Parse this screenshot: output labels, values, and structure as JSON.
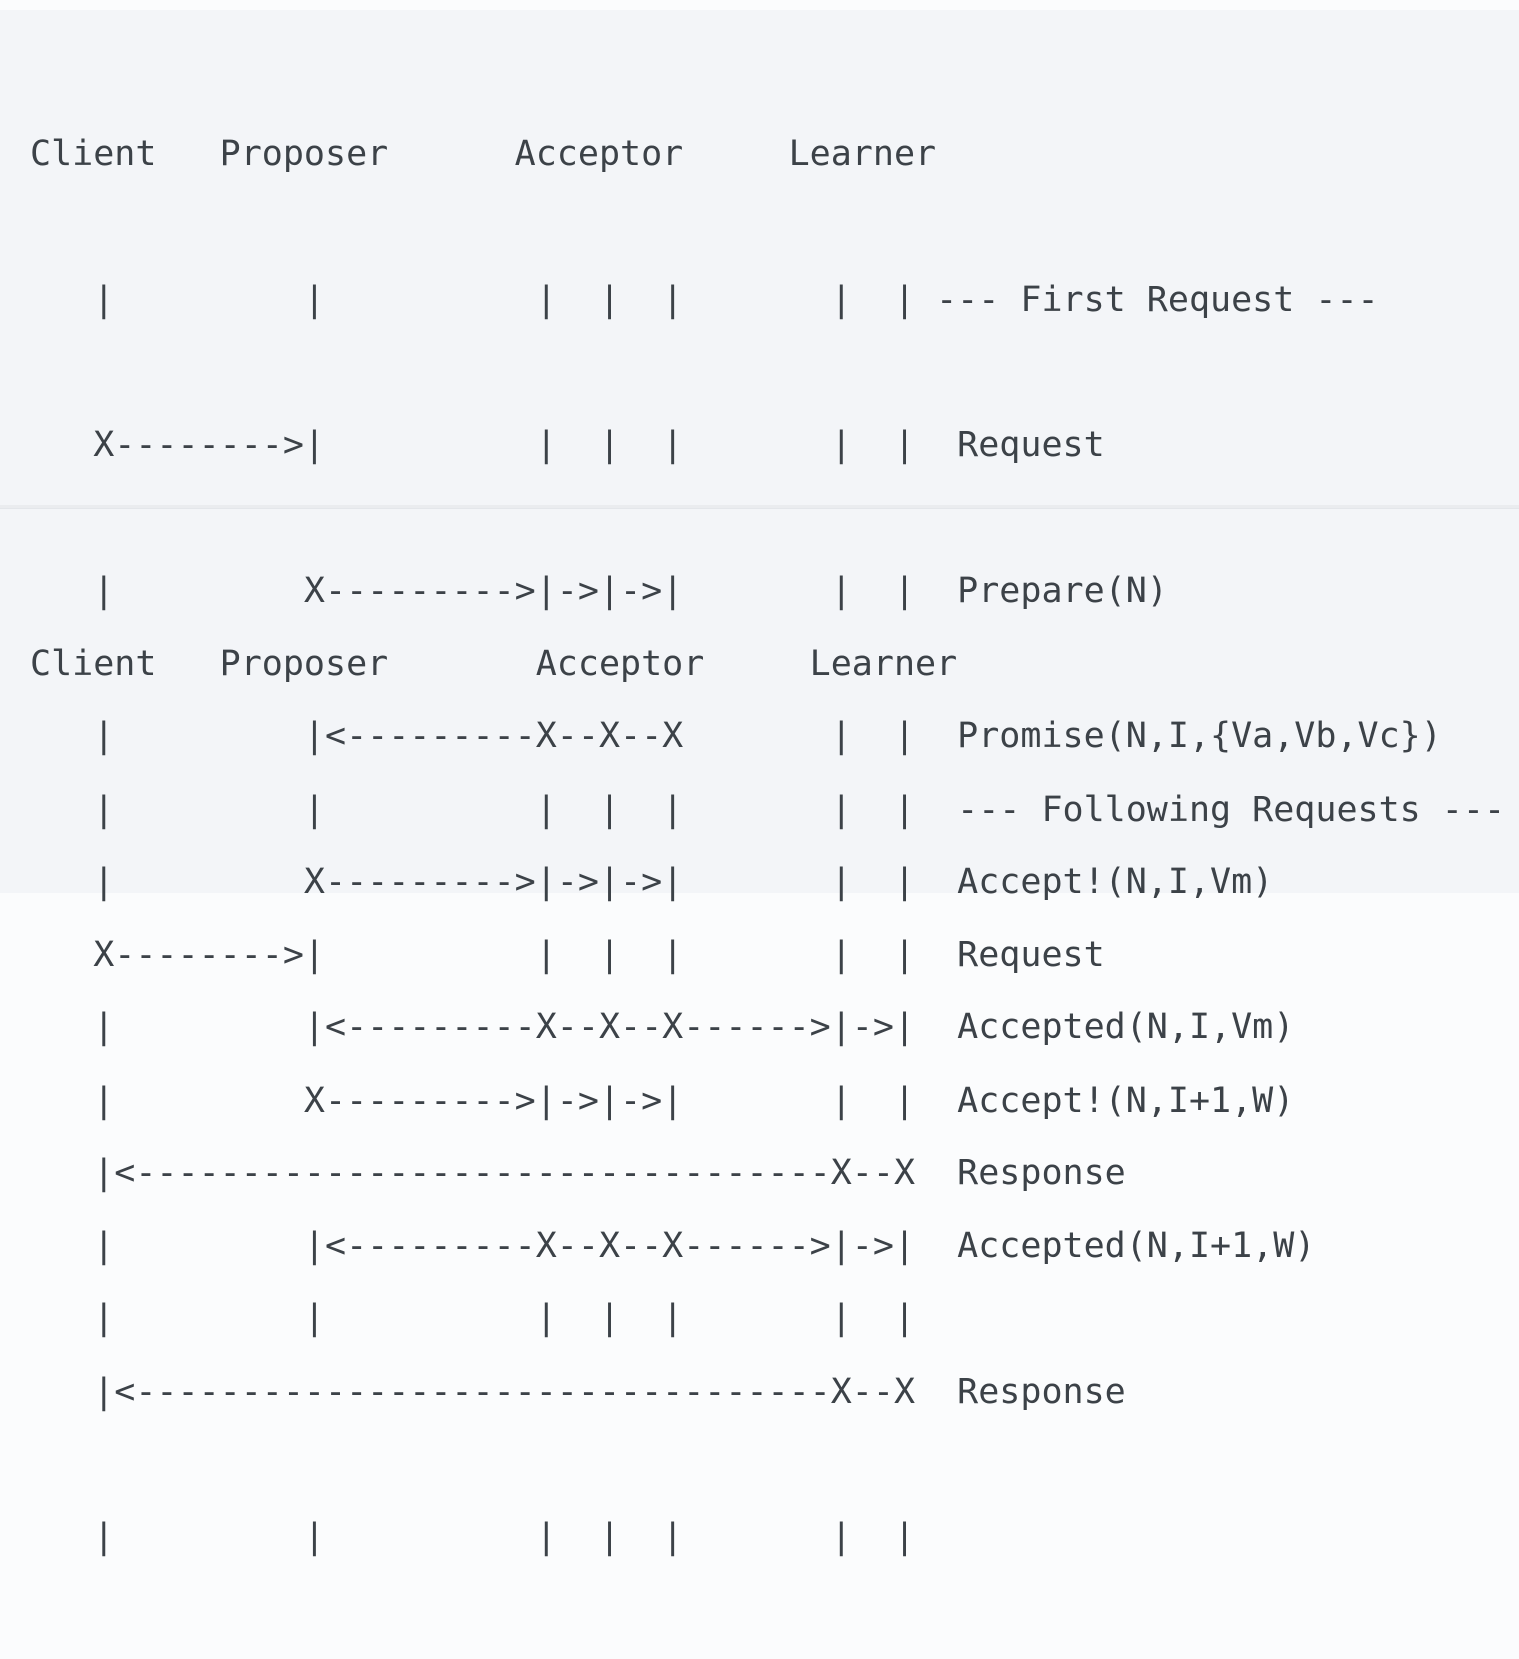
{
  "page": {
    "background_color": "#f3f5f8",
    "text_color": "#3c4248",
    "divider_color": "#eaecef"
  },
  "diagram_first_request": {
    "section_title": "--- First Request ---",
    "participants": [
      "Client",
      "Proposer",
      "Acceptor",
      "Learner"
    ],
    "messages": [
      "Request",
      "Prepare(N)",
      "Promise(N,I,{Va,Vb,Vc})",
      "Accept!(N,I,Vm)",
      "Accepted(N,I,Vm)",
      "Response"
    ],
    "lines": [
      "Client   Proposer      Acceptor     Learner",
      "   |         |          |  |  |       |  | --- First Request ---",
      "   X-------->|          |  |  |       |  |  Request",
      "   |         X--------->|->|->|       |  |  Prepare(N)",
      "   |         |<---------X--X--X       |  |  Promise(N,I,{Va,Vb,Vc})",
      "   |         X--------->|->|->|       |  |  Accept!(N,I,Vm)",
      "   |         |<---------X--X--X------>|->|  Accepted(N,I,Vm)",
      "   |<---------------------------------X--X  Response",
      "   |         |          |  |  |       |  |"
    ]
  },
  "diagram_following_requests": {
    "section_title": "--- Following Requests ---",
    "participants": [
      "Client",
      "Proposer",
      "Acceptor",
      "Learner"
    ],
    "messages": [
      "Request",
      "Accept!(N,I+1,W)",
      "Accepted(N,I+1,W)",
      "Response"
    ],
    "lines": [
      "Client   Proposer       Acceptor     Learner",
      "   |         |          |  |  |       |  |  --- Following Requests ---",
      "   X-------->|          |  |  |       |  |  Request",
      "   |         X--------->|->|->|       |  |  Accept!(N,I+1,W)",
      "   |         |<---------X--X--X------>|->|  Accepted(N,I+1,W)",
      "   |<---------------------------------X--X  Response",
      "   |         |          |  |  |       |  |"
    ]
  }
}
